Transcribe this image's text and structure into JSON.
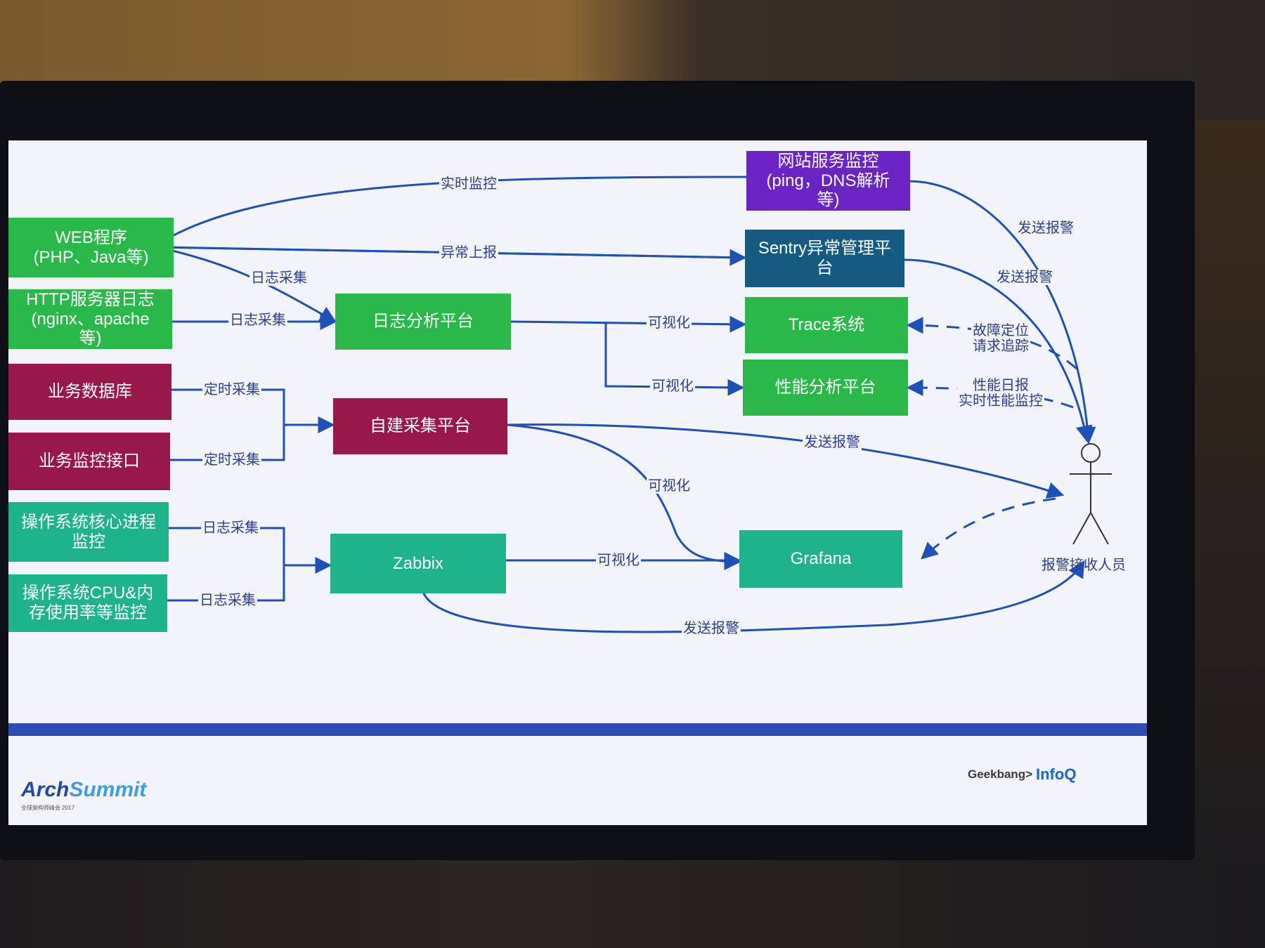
{
  "nodes": {
    "web_program": "WEB程序\n(PHP、Java等)",
    "http_log": "HTTP服务器日志\n(nginx、apache\n等)",
    "biz_db": "业务数据库",
    "biz_api": "业务监控接口",
    "os_proc": "操作系统核心进程\n监控",
    "os_cpu": "操作系统CPU&内\n存使用率等监控",
    "log_platform": "日志分析平台",
    "self_platform": "自建采集平台",
    "zabbix": "Zabbix",
    "site_monitor": "网站服务监控\n(ping，DNS解析\n等)",
    "sentry": "Sentry异常管理平\n台",
    "trace": "Trace系统",
    "perf": "性能分析平台",
    "grafana": "Grafana"
  },
  "edge_labels": {
    "realtime_monitor": "实时监控",
    "exception_report": "异常上报",
    "log_collect_web": "日志采集",
    "log_collect_http": "日志采集",
    "scheduled_db": "定时采集",
    "scheduled_api": "定时采集",
    "log_collect_proc": "日志采集",
    "log_collect_cpu": "日志采集",
    "visualize_trace": "可视化",
    "visualize_perf": "可视化",
    "visualize_grafana_self": "可视化",
    "visualize_grafana_zabbix": "可视化",
    "alert_site": "发送报警",
    "alert_sentry": "发送报警",
    "alert_self": "发送报警",
    "alert_zabbix": "发送报警",
    "fault_trace": "故障定位\n请求追踪",
    "perf_report": "性能日报\n实时性能监控"
  },
  "actor": {
    "label": "报警接收人员"
  },
  "branding": {
    "arch": "Arch",
    "summit": "Summit",
    "arch_sub": "全球架构师峰会 2017",
    "geekbang": "Geekbang>",
    "infoq": "InfoQ"
  },
  "colors": {
    "green": "#2ab84a",
    "maroon": "#98184a",
    "teal": "#1fb38c",
    "purple": "#6a23c4",
    "navy": "#155a80",
    "arrow": "#1f4fb8",
    "slide_bg": "#f3f4fb"
  }
}
